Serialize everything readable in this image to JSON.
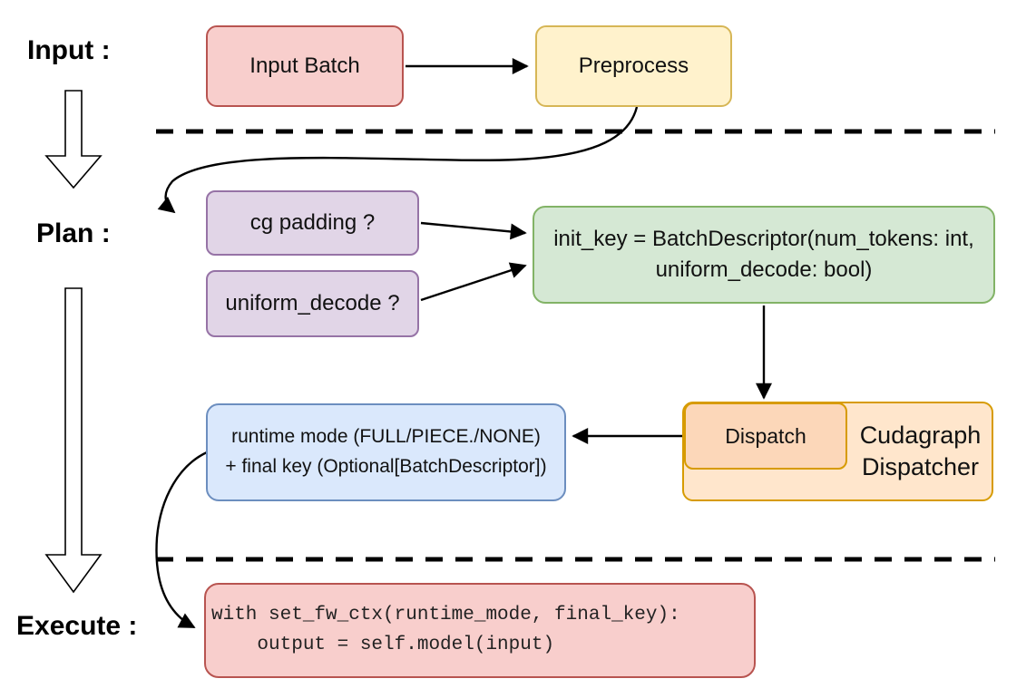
{
  "stages": {
    "input_label": "Input :",
    "plan_label": "Plan :",
    "execute_label": "Execute :"
  },
  "nodes": {
    "input_batch": "Input Batch",
    "preprocess": "Preprocess",
    "cg_padding": "cg padding ?",
    "uniform_decode": "uniform_decode ?",
    "init_key_line1": "init_key = BatchDescriptor(num_tokens: int,",
    "init_key_line2": "uniform_decode: bool)",
    "dispatch": "Dispatch",
    "cudagraph_dispatcher": "Cudagraph Dispatcher",
    "runtime_mode_line1": "runtime mode (FULL/PIECE./NONE)",
    "runtime_mode_line2": "+ final key (Optional[BatchDescriptor])",
    "execute_code_line1": "with set_fw_ctx(runtime_mode, final_key):",
    "execute_code_line2": "    output = self.model(input)"
  },
  "colors": {
    "red_fill": "#f8cecc",
    "red_stroke": "#b85450",
    "yellow_fill": "#fff2cc",
    "yellow_stroke": "#d6b656",
    "purple_fill": "#e1d5e7",
    "purple_stroke": "#9673a6",
    "green_fill": "#d5e8d4",
    "green_stroke": "#82b366",
    "blue_fill": "#dae8fc",
    "blue_stroke": "#6c8ebf",
    "orange_outer_fill": "#ffe6cc",
    "orange_inner_fill": "#fcd7b9",
    "orange_stroke": "#d79b00",
    "connector": "#000000",
    "text": "#111111"
  }
}
